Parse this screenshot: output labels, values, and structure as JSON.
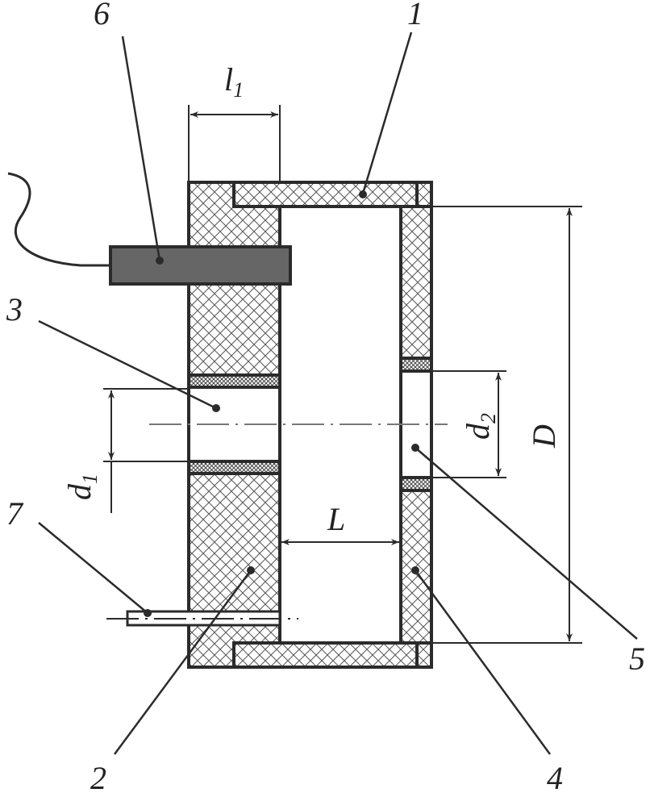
{
  "parts": {
    "p1": "1",
    "p2": "2",
    "p3": "3",
    "p4": "4",
    "p5": "5",
    "p6": "6",
    "p7": "7"
  },
  "dimensions": {
    "l1": {
      "main": "l",
      "sub": "1"
    },
    "d1": {
      "main": "d",
      "sub": "1"
    },
    "d2": {
      "main": "d",
      "sub": "2"
    },
    "L": "L",
    "D": "D"
  },
  "colors": {
    "line": "#2b2b2b",
    "probe": "#666666"
  }
}
